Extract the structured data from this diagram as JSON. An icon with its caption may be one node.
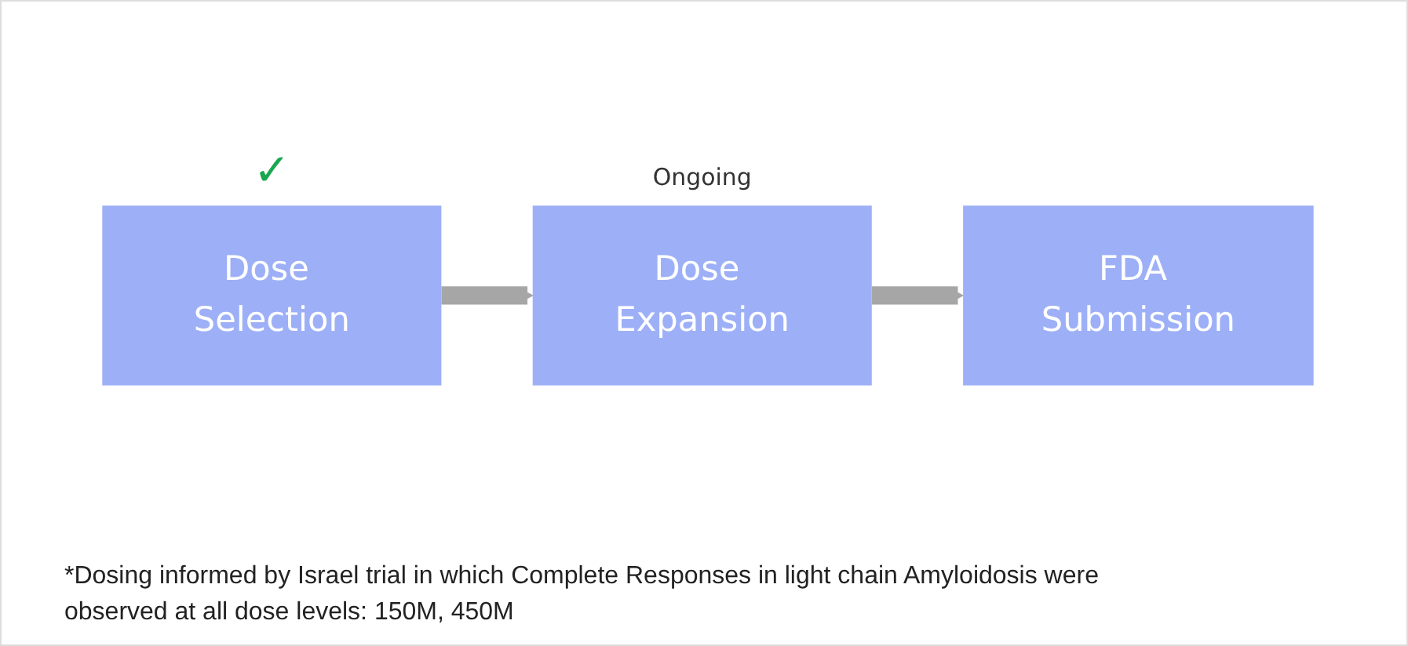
{
  "diagram": {
    "nodes": [
      {
        "text": [
          "Dose Selection"
        ],
        "beside": [
          "✓"
        ]
      },
      {
        "text": [
          "Dose Expansion"
        ],
        "beside": [
          "Ongoing"
        ]
      },
      {
        "text": [
          "FDA Submission"
        ]
      }
    ],
    "edges": [
      {
        "from": 0,
        "to": 1,
        "arrow": "to"
      },
      {
        "from": 1,
        "to": 2,
        "arrow": "to"
      }
    ],
    "labels": [
      "*Dosing informed by Israel trial in which Complete Responses in light chain Amyloidosis were observed at all dose levels: 150M, 450M"
    ]
  }
}
